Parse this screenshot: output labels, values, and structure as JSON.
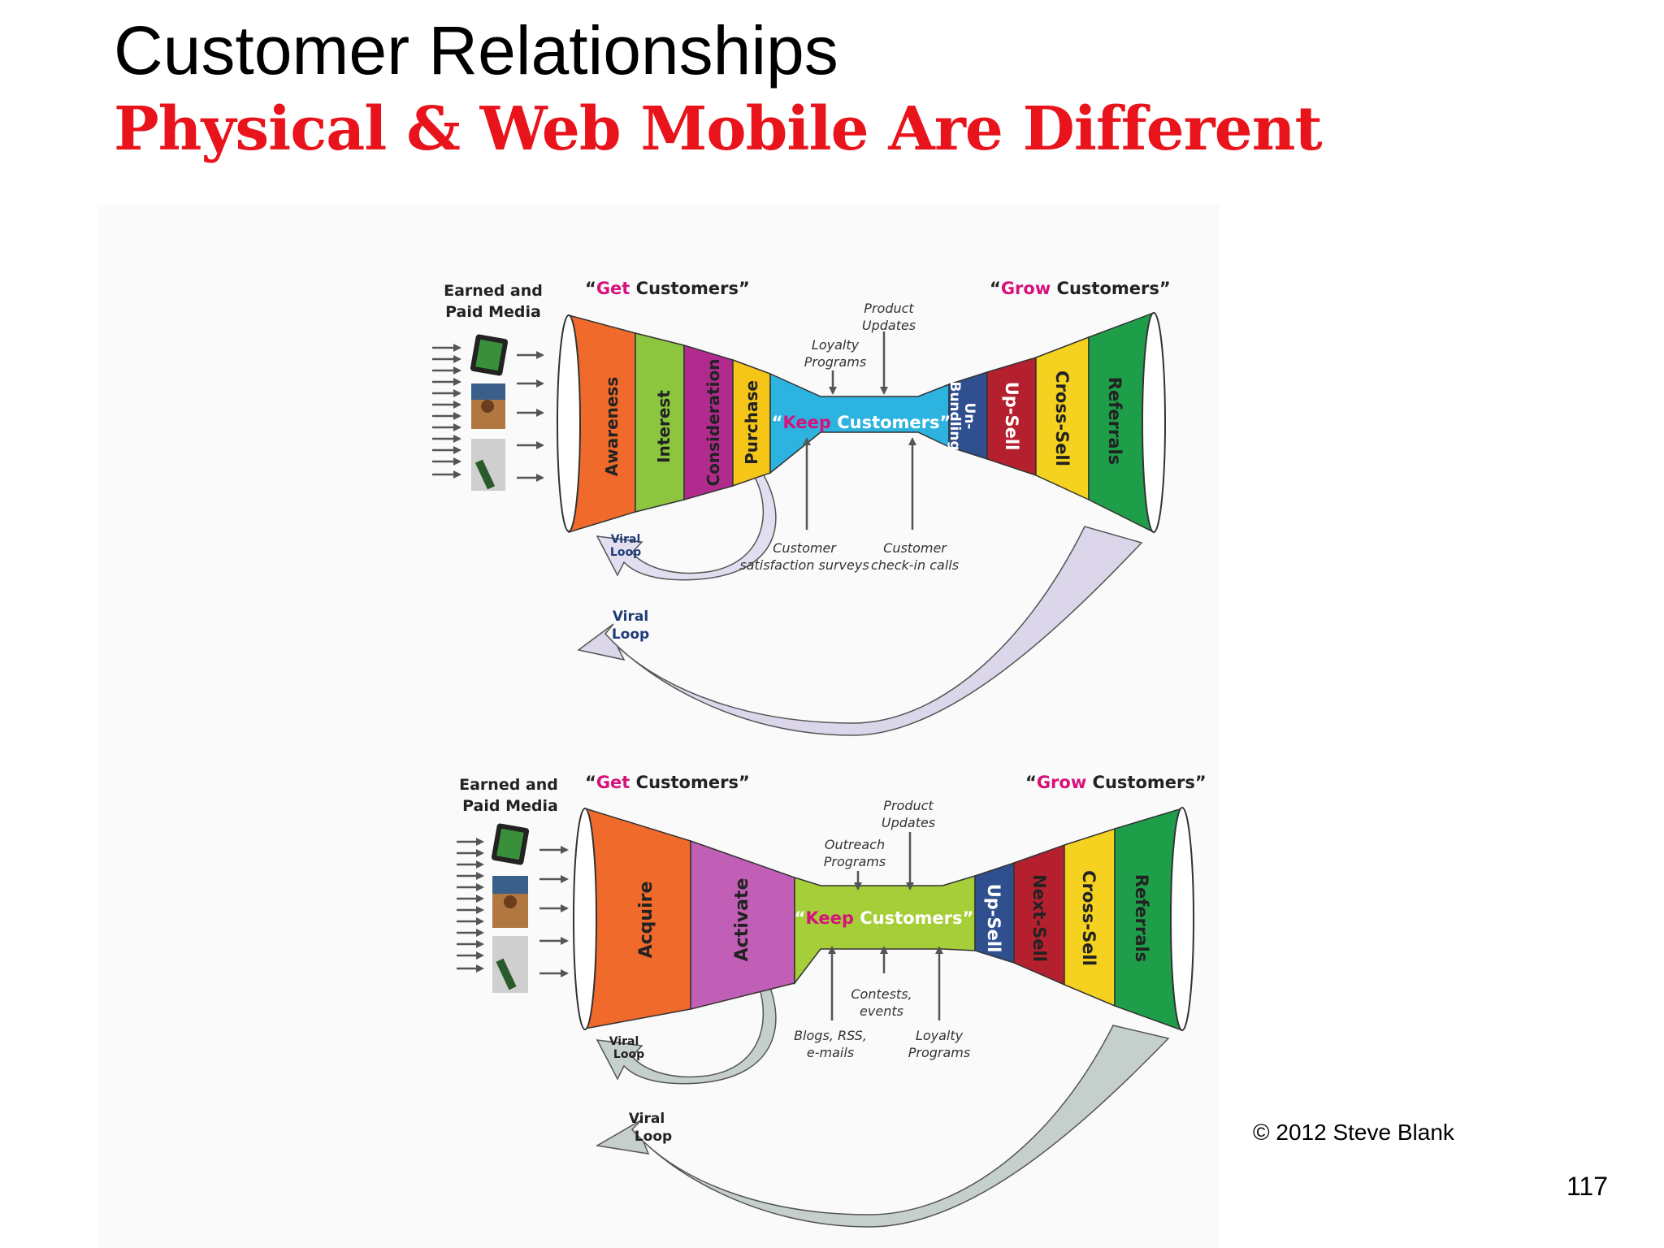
{
  "slide": {
    "title": "Customer Relationships",
    "subtitle": "Physical & Web Mobile Are Different",
    "copyright": "© 2012 Steve Blank",
    "page_number": "117"
  },
  "colors": {
    "title": "#000000",
    "subtitle": "#e8131b",
    "accent_magenta": "#d6127c",
    "stage_orange": "#ef6a2b",
    "stage_green": "#8cc63f",
    "stage_magenta": "#b12b8e",
    "stage_yellow": "#f5c518",
    "keep_blue": "#2cb3e0",
    "keep_green": "#a6ce39",
    "stage_navy": "#2f4f8f",
    "stage_red": "#b5202e",
    "stage_bright_yellow": "#f4d21f",
    "stage_dark_green": "#1f9e4a",
    "loop_fill": "#d9d4e8",
    "loop_fill_web": "#c5cfcc"
  },
  "physical": {
    "media_label_line1": "Earned and",
    "media_label_line2": "Paid Media",
    "get_quote_open": "“",
    "get_accent": "Get",
    "get_rest": " Customers”",
    "grow_quote_open": "“",
    "grow_accent": "Grow",
    "grow_rest": " Customers”",
    "keep_quote_open": "“",
    "keep_accent": "Keep",
    "keep_rest": " Customers”",
    "stages_left": [
      "Awareness",
      "Interest",
      "Consideration",
      "Purchase"
    ],
    "stages_right_unbundling_1": "Un-",
    "stages_right_unbundling_2": "Bundling",
    "stages_right": [
      "Up-Sell",
      "Cross-Sell",
      "Referrals"
    ],
    "product_updates_1": "Product",
    "product_updates_2": "Updates",
    "loyalty_1": "Loyalty",
    "loyalty_2": "Programs",
    "surveys_1": "Customer",
    "surveys_2": "satisfaction surveys",
    "checkin_1": "Customer",
    "checkin_2": "check-in calls",
    "viral_small_1": "Viral",
    "viral_small_2": "Loop",
    "viral_big_1": "Viral",
    "viral_big_2": "Loop"
  },
  "web": {
    "media_label_line1": "Earned and",
    "media_label_line2": "Paid Media",
    "get_quote_open": "“",
    "get_accent": "Get",
    "get_rest": " Customers”",
    "grow_quote_open": "“",
    "grow_accent": "Grow",
    "grow_rest": " Customers”",
    "keep_quote_open": "“",
    "keep_accent": "Keep",
    "keep_rest": " Customers”",
    "stages_left": [
      "Acquire",
      "Activate"
    ],
    "stages_right": [
      "Up-Sell",
      "Next-Sell",
      "Cross-Sell",
      "Referrals"
    ],
    "product_updates_1": "Product",
    "product_updates_2": "Updates",
    "outreach_1": "Outreach",
    "outreach_2": "Programs",
    "contests_1": "Contests,",
    "contests_2": "events",
    "blogs_1": "Blogs, RSS,",
    "blogs_2": "e-mails",
    "loyalty_1": "Loyalty",
    "loyalty_2": "Programs",
    "viral_small_1": "Viral",
    "viral_small_2": "Loop",
    "viral_big_1": "Viral",
    "viral_big_2": "Loop"
  }
}
